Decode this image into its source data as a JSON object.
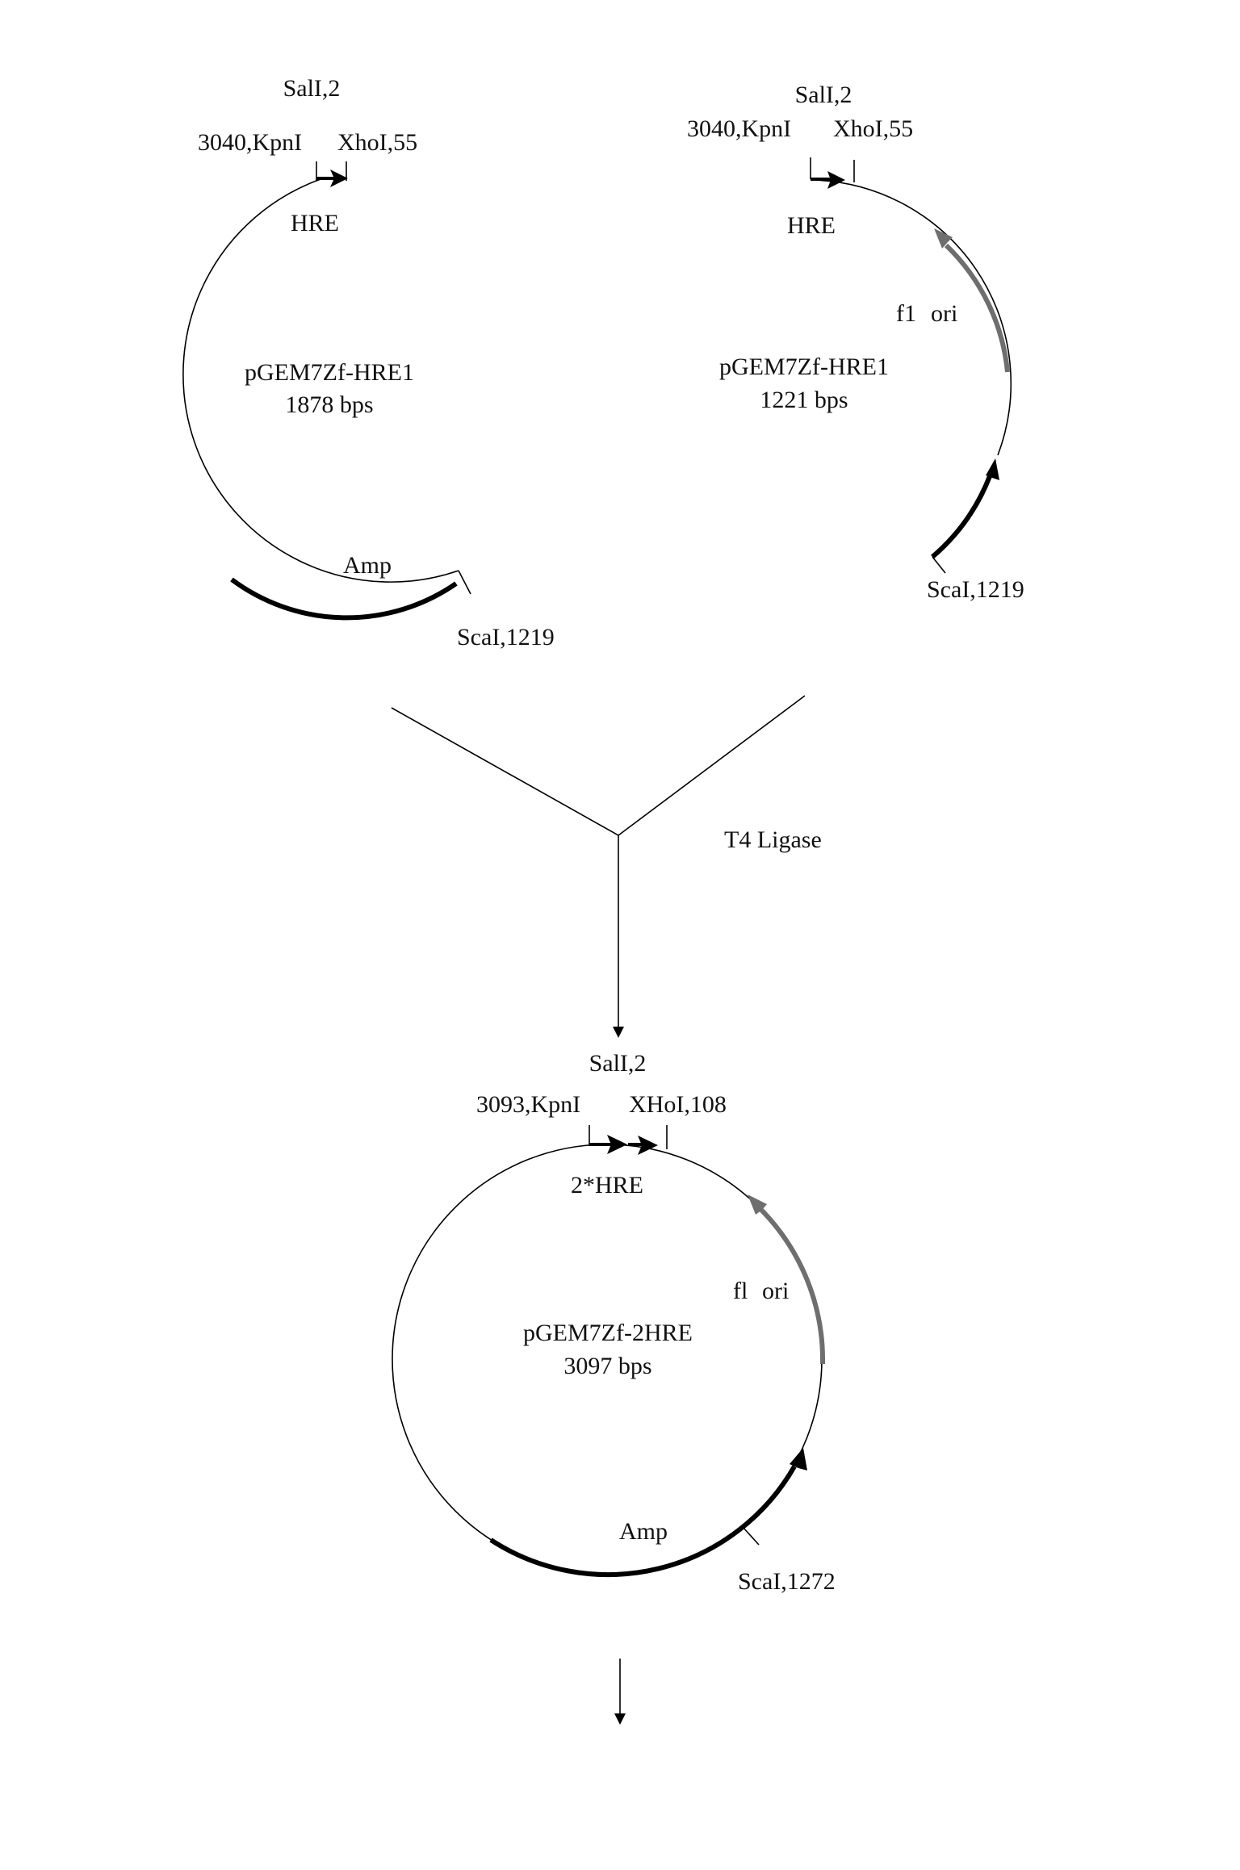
{
  "colors": {
    "ink": "#000000",
    "gray_feature": "#6e6e6e"
  },
  "plasmid_left": {
    "sali": "SalI,2",
    "kpni": "3040,KpnI",
    "xhoi": "XhoI,55",
    "hre": "HRE",
    "name": "pGEM7Zf-HRE1",
    "size": "1878 bps",
    "amp": "Amp",
    "scai": "ScaI,1219"
  },
  "plasmid_right": {
    "sali": "SalI,2",
    "kpni": "3040,KpnI",
    "xhoi": "XhoI,55",
    "hre": "HRE",
    "f1": "f1",
    "ori": "ori",
    "name": "pGEM7Zf-HRE1",
    "size": "1221 bps",
    "scai": "ScaI,1219"
  },
  "ligation": {
    "label": "T4 Ligase"
  },
  "plasmid_result": {
    "sali": "SalI,2",
    "kpni": "3093,KpnI",
    "xhoi": "XHoI,108",
    "hre": "2*HRE",
    "f1": "fl",
    "ori": "ori",
    "name": "pGEM7Zf-2HRE",
    "size": "3097 bps",
    "amp": "Amp",
    "scai": "ScaI,1272"
  }
}
